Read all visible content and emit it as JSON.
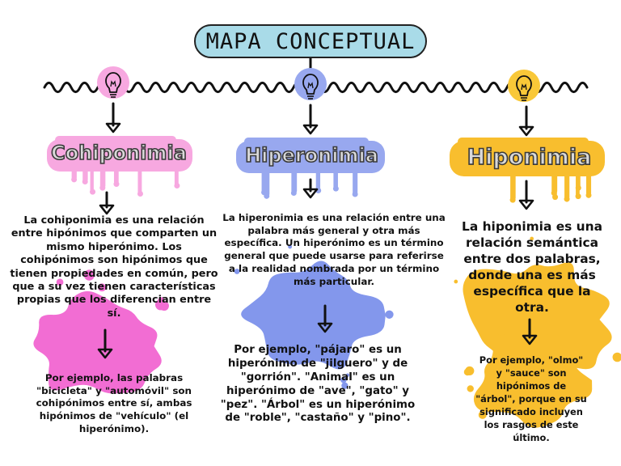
{
  "title": "MAPA CONCEPTUAL",
  "colors": {
    "pink": "#f7a8e0",
    "pink_splash": "#f26dd3",
    "blue": "#98a8ef",
    "blue_splash": "#8397ec",
    "yellow": "#f9c838",
    "yellow_splash": "#f8be2e",
    "title_bg": "#a9dbe8"
  },
  "icons": [
    "lightbulb-icon",
    "arrow-down-icon",
    "ink-splash"
  ],
  "concepts": [
    {
      "heading": "Cohiponimia",
      "definition": "La cohiponimia es una relación entre hipónimos que comparten un mismo hiperónimo. Los cohipónimos son hipónimos que tienen propiedades en común, pero que a su vez tienen características propias que los diferencian entre sí.",
      "example": "Por ejemplo, las palabras \"bicicleta\" y \"automóvil\" son cohipónimos entre sí, ambas hipónimos de \"vehículo\" (el hiperónimo)."
    },
    {
      "heading": "Hiperonimia",
      "definition": "La hiperonimia es una relación entre una palabra más general y otra más específica. Un hiperónimo es un término general que puede usarse para referirse a la realidad nombrada por un término más particular.",
      "example": "Por ejemplo, \"pájaro\" es un hiperónimo de \"jilguero\" y de \"gorrión\". \"Animal\" es un hiperónimo de \"ave\", \"gato\" y \"pez\". \"Árbol\" es un hiperónimo de \"roble\", \"castaño\" y \"pino\"."
    },
    {
      "heading": "Hiponimia",
      "definition": "La hiponimia es una relación semántica entre dos palabras, donde una es más específica que la otra.",
      "example": "Por ejemplo, \"olmo\" y \"sauce\" son hipónimos de \"árbol\", porque en su significado incluyen los rasgos de este último."
    }
  ]
}
